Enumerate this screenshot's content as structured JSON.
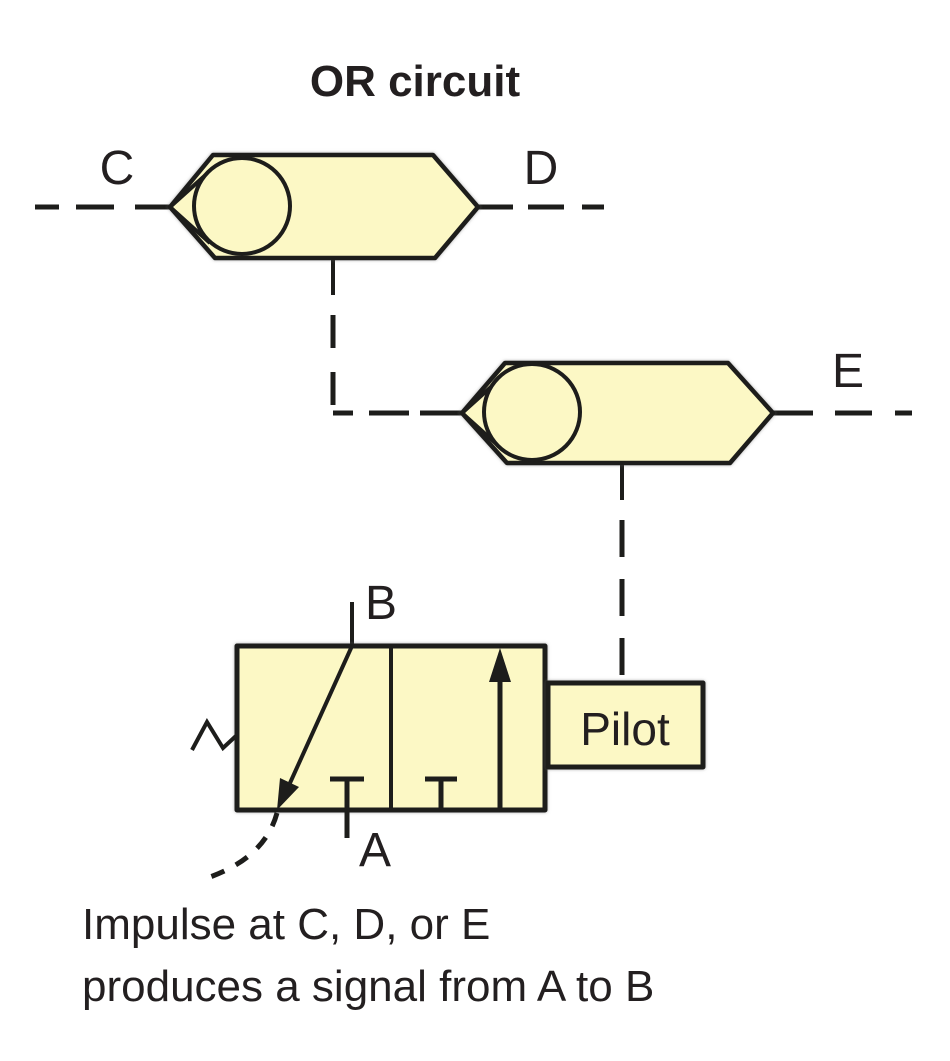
{
  "title": "OR circuit",
  "colors": {
    "shape_fill": "#FCF8C5",
    "line": "#1D1D1B",
    "text": "#231F20",
    "background": "#FFFFFF"
  },
  "shuttle_valve_top": {
    "port_left_label": "C",
    "port_right_label": "D"
  },
  "shuttle_valve_middle": {
    "port_right_label": "E"
  },
  "pilot_valve": {
    "port_top_label": "B",
    "port_bottom_label": "A",
    "pilot_box_label": "Pilot"
  },
  "caption": {
    "line1": "Impulse at C, D, or E",
    "line2": "produces a signal from A to B"
  }
}
